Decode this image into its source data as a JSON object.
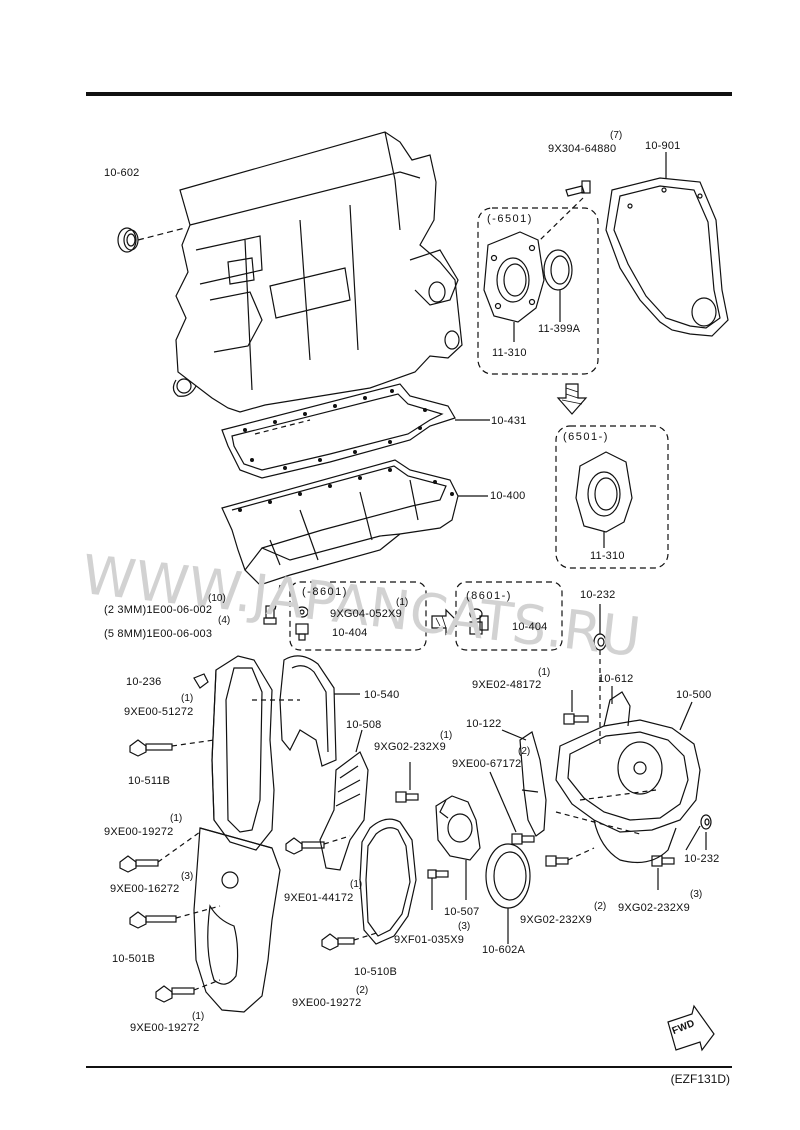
{
  "diagram_code": "(EZF131D)",
  "watermark": "WWW.JAPANCATS.RU",
  "fwd_label": "FWD",
  "group_labels": {
    "g6501_old": "(-6501)",
    "g6501_new": "(6501-)",
    "g8601_old": "(-8601)",
    "g8601_new": "(8601-)"
  },
  "parts": {
    "p10_602": "10-602",
    "p9x304": "9X304-64880",
    "q9x304": "(7)",
    "p10_901": "10-901",
    "p11_399a": "11-399A",
    "p11_310a": "11-310",
    "p10_431": "10-431",
    "p10_400": "10-400",
    "p11_310b": "11-310",
    "q1e00_a": "(10)",
    "p1e00_a": "(2 3MM)1E00-06-002",
    "q1e00_b": "(4)",
    "p1e00_b": "(5 8MM)1E00-06-003",
    "q9xg04": "(1)",
    "p9xg04": "9XG04-052X9",
    "p10_404a": "10-404",
    "p10_404b": "10-404",
    "p10_232a": "10-232",
    "p10_236": "10-236",
    "q9xe00_51272": "(1)",
    "p9xe00_51272": "9XE00-51272",
    "p10_540": "10-540",
    "q9xe02": "(1)",
    "p9xe02": "9XE02-48172",
    "p10_612": "10-612",
    "p10_500": "10-500",
    "p10_508": "10-508",
    "q9xg02_a": "(1)",
    "p9xg02_a": "9XG02-232X9",
    "p10_122": "10-122",
    "q9xe00_67172": "(2)",
    "p9xe00_67172": "9XE00-67172",
    "p10_511b": "10-511B",
    "q9xe00_19272a": "(1)",
    "p9xe00_19272a": "9XE00-19272",
    "q9xe00_16272": "(3)",
    "p9xe00_16272": "9XE00-16272",
    "p9xe01": "9XE01-44172",
    "q9xe01": "(1)",
    "p10_507": "10-507",
    "q9xf01": "(3)",
    "p9xf01": "9XF01-035X9",
    "p10_232b": "10-232",
    "q9xg02_b": "(2)",
    "p9xg02_b": "9XG02-232X9",
    "q9xg02_c": "(3)",
    "p9xg02_c": "9XG02-232X9",
    "p10_602a": "10-602A",
    "p10_501b": "10-501B",
    "p10_510b": "10-510B",
    "q9xe00_19272b": "(2)",
    "p9xe00_19272b": "9XE00-19272",
    "q9xe00_19272c": "(1)",
    "p9xe00_19272c": "9XE00-19272"
  }
}
